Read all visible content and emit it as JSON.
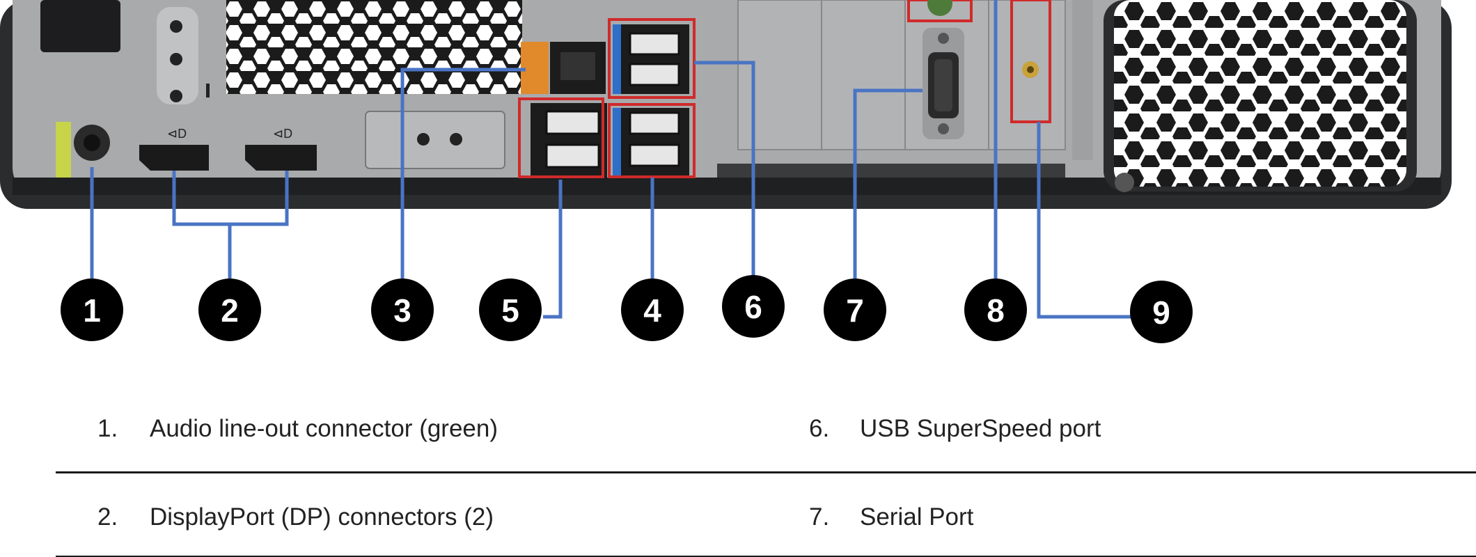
{
  "callouts": [
    {
      "number": "1"
    },
    {
      "number": "2"
    },
    {
      "number": "3"
    },
    {
      "number": "5"
    },
    {
      "number": "4"
    },
    {
      "number": "6"
    },
    {
      "number": "7"
    },
    {
      "number": "8"
    },
    {
      "number": "9"
    }
  ],
  "legend": {
    "left": [
      {
        "num": "1.",
        "text": "Audio line-out connector (green)"
      },
      {
        "num": "2.",
        "text": "DisplayPort (DP) connectors (2)"
      }
    ],
    "right": [
      {
        "num": "6.",
        "text": "USB SuperSpeed port"
      },
      {
        "num": "7.",
        "text": "Serial Port"
      }
    ]
  },
  "colors": {
    "leader": "#4a74c4",
    "highlight": "#d02a2a",
    "chassis": "#a9aaac",
    "frame": "#2b2c2e",
    "audio_marker": "#c7d44a",
    "lan_marker": "#e08a2c",
    "usb_blue": "#2e6fc9"
  }
}
